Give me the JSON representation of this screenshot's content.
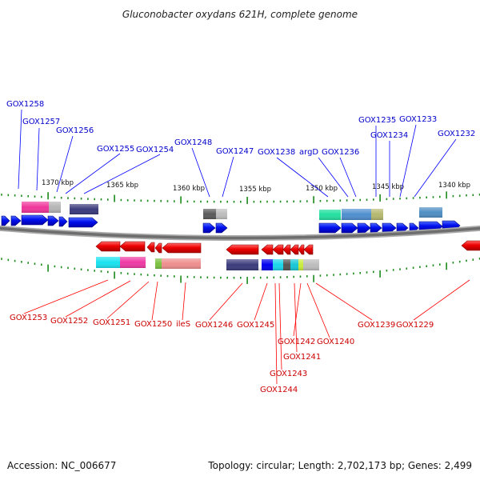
{
  "title": "Gluconobacter oxydans 621H, complete genome",
  "accession": "Accession: NC_006677",
  "summary": "Topology: circular; Length: 2,702,173 bp; Genes: 2,499",
  "colors": {
    "forward": "#0000ff",
    "reverse": "#ff0000",
    "backbone": "#777777",
    "tick": "#1a8a1a"
  },
  "positions": [
    "1370 kbp",
    "1365 kbp",
    "1360 kbp",
    "1355 kbp",
    "1350 kbp",
    "1345 kbp",
    "1340 kbp"
  ],
  "forward_genes": [
    "GOX1258",
    "GOX1257",
    "GOX1256",
    "GOX1255",
    "GOX1254",
    "GOX1248",
    "GOX1247",
    "GOX1238",
    "argD",
    "GOX1236",
    "GOX1235",
    "GOX1234",
    "GOX1233",
    "GOX1232"
  ],
  "reverse_genes": [
    "GOX1253",
    "GOX1252",
    "GOX1251",
    "GOX1250",
    "ileS",
    "GOX1246",
    "GOX1245",
    "GOX1242",
    "GOX1241",
    "GOX1243",
    "GOX1244",
    "GOX1240",
    "GOX1239",
    "GOX1229"
  ]
}
